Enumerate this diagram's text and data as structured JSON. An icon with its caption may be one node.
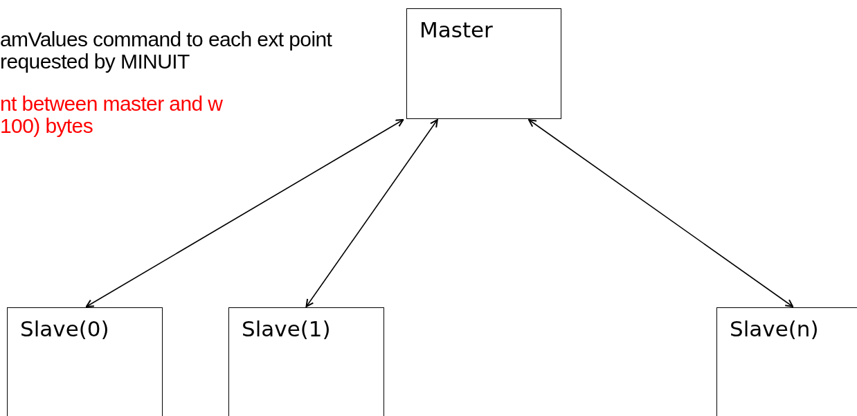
{
  "diagram": {
    "nodes": [
      {
        "text": [
          "Master"
        ]
      },
      {
        "text": [
          "Slave(0)"
        ]
      },
      {
        "text": [
          "Slave(1)"
        ]
      },
      {
        "text": [
          "Slave(n)"
        ]
      }
    ],
    "edges": [
      {
        "from": 0,
        "to": 1,
        "arrow": "both"
      },
      {
        "from": 0,
        "to": 2,
        "arrow": "both"
      },
      {
        "from": 0,
        "to": 3,
        "arrow": "both"
      }
    ],
    "labels": [
      "amValues command to each ext point requested by MINUIT",
      "nt between master and w 100) bytes"
    ]
  }
}
